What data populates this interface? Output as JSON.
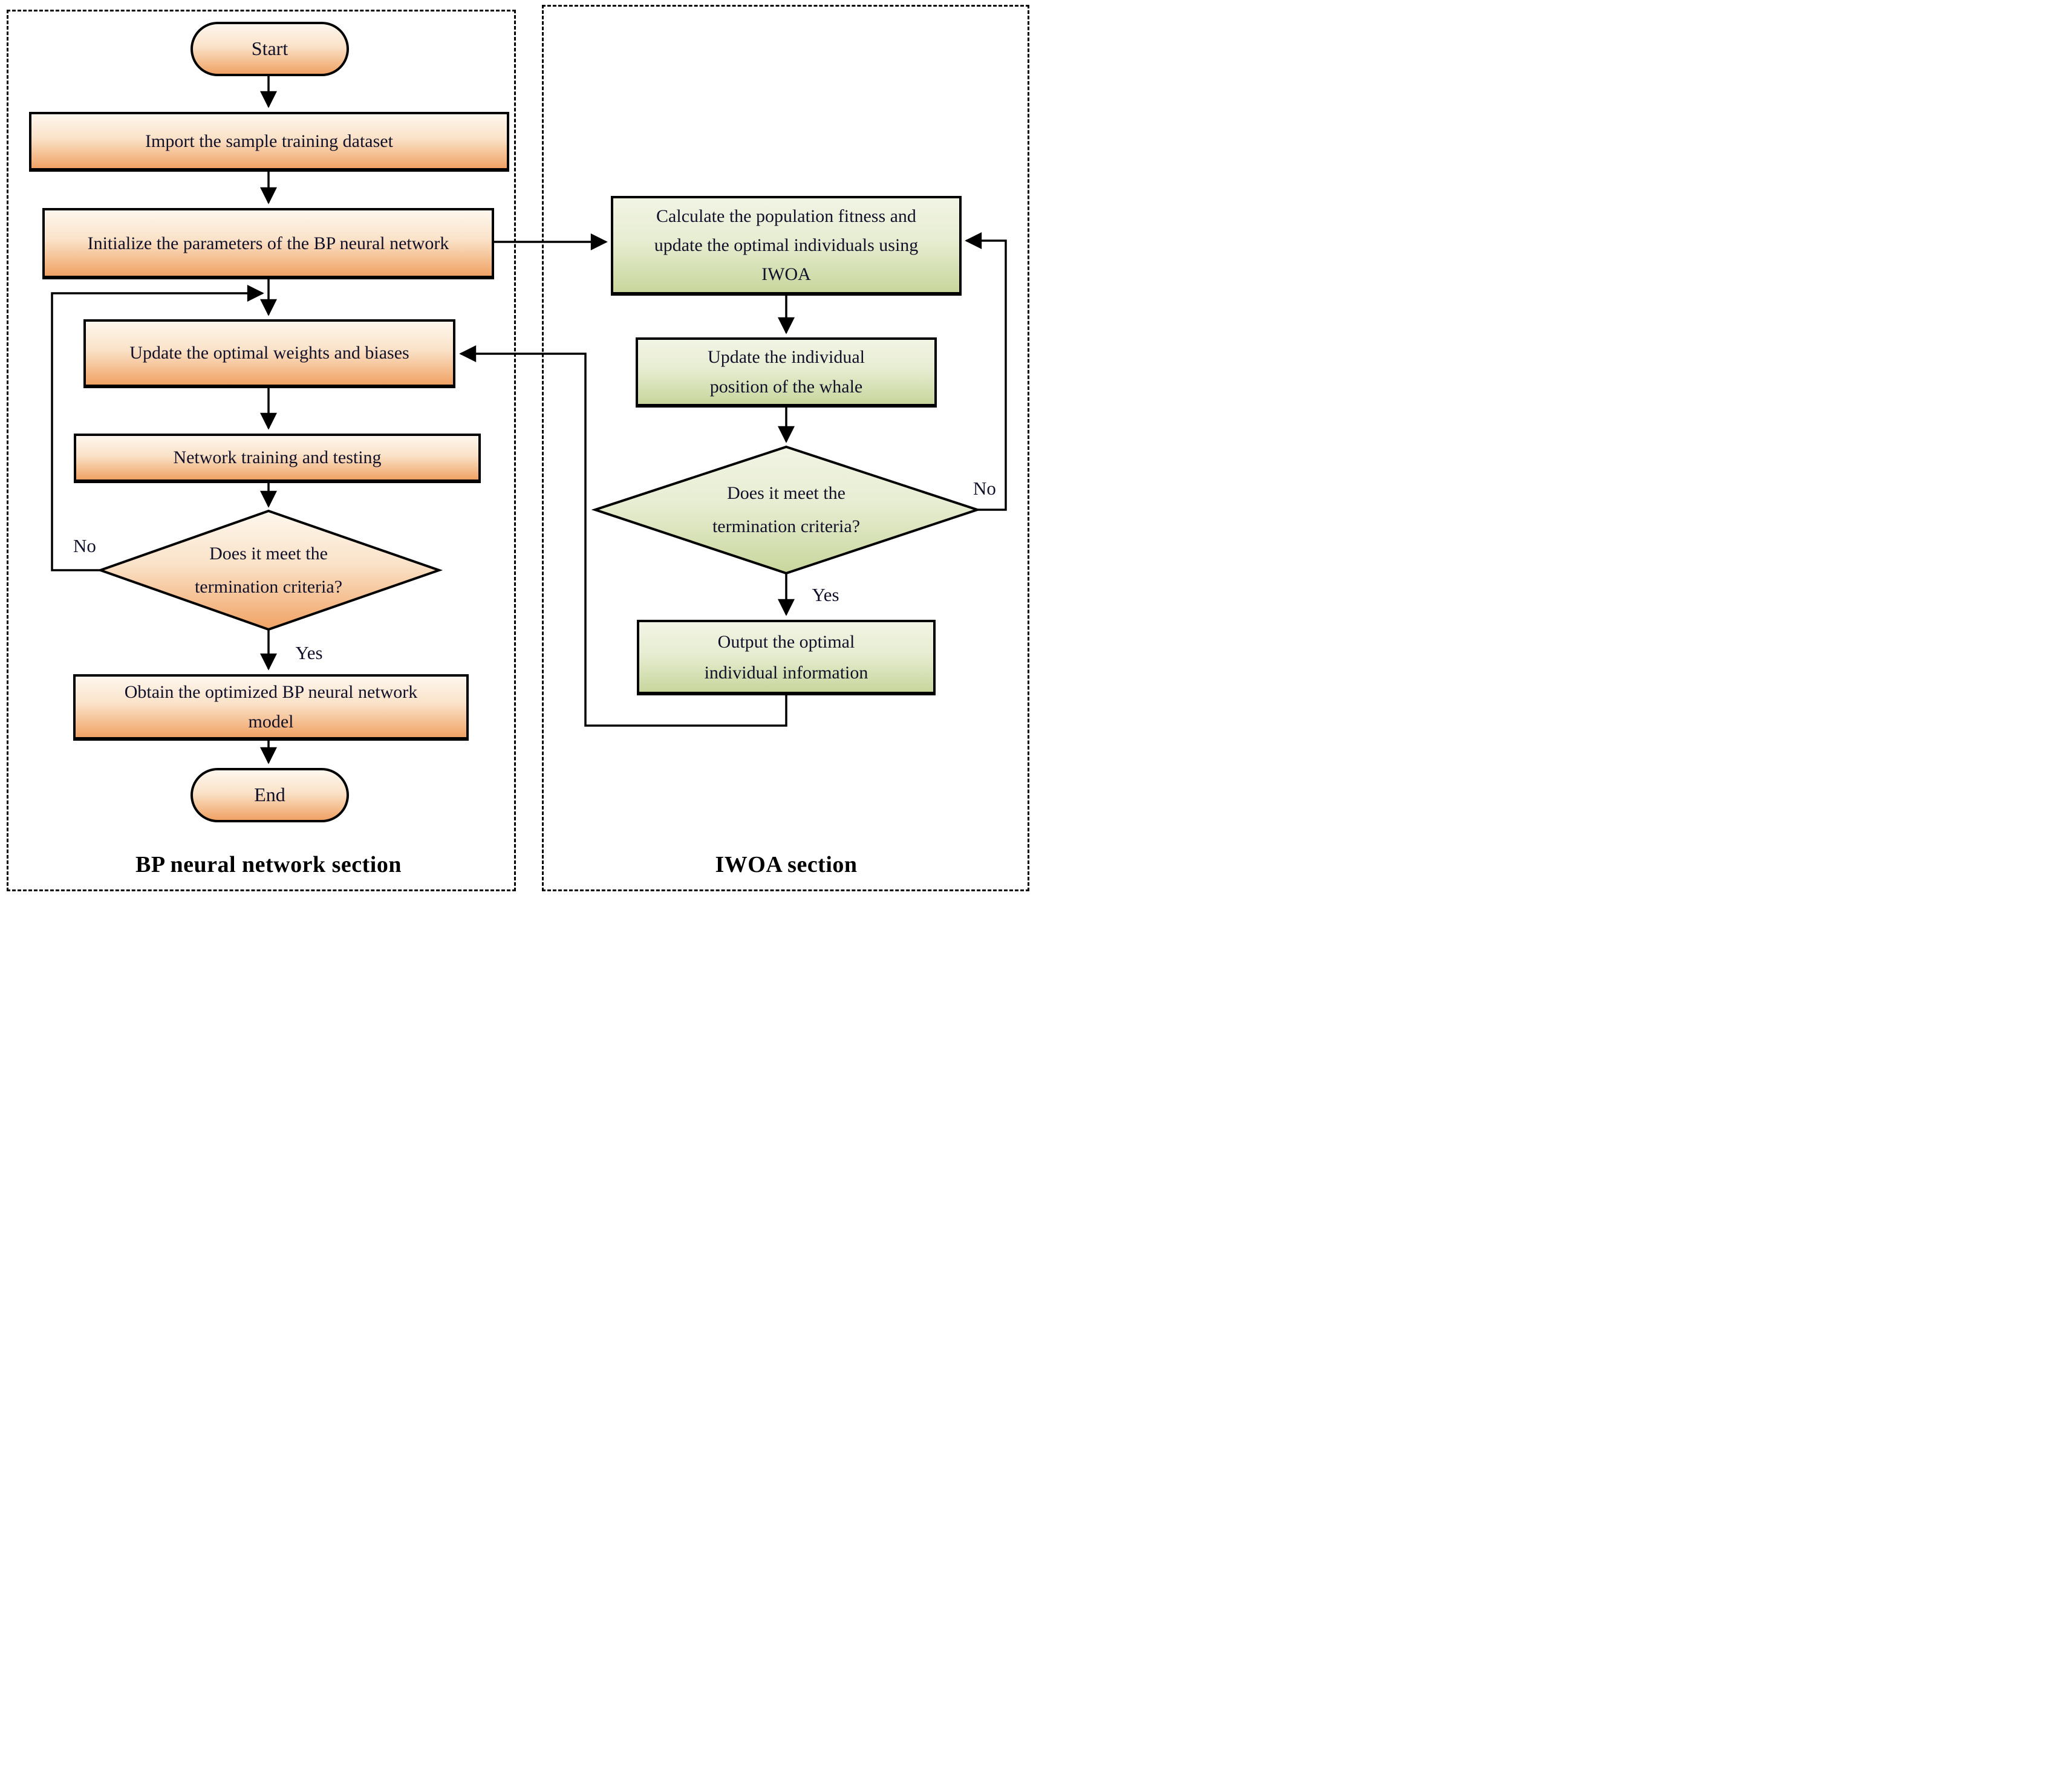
{
  "diagram": {
    "left_section": {
      "caption": "BP neural network section",
      "nodes": {
        "start": "Start",
        "import": "Import the sample training dataset",
        "initialize": "Initialize the parameters of the BP neural network",
        "update_weights": "Update the optimal weights and biases",
        "training": "Network training and testing",
        "decision": "Does it meet the termination criteria?",
        "obtain": "Obtain the optimized BP neural network model",
        "end": "End"
      },
      "labels": {
        "no": "No",
        "yes": "Yes"
      }
    },
    "right_section": {
      "caption": "IWOA section",
      "nodes": {
        "calculate": "Calculate the population fitness and update the optimal individuals using IWOA",
        "update_position": "Update the individual position of the whale",
        "decision": "Does it meet the termination criteria?",
        "output": "Output the optimal individual information"
      },
      "labels": {
        "no": "No",
        "yes": "Yes"
      }
    },
    "colors": {
      "bp_node_top": "#fef7ee",
      "bp_node_bottom": "#f0a264",
      "iwoa_node_top": "#f1f4e4",
      "iwoa_node_bottom": "#c8d69c",
      "outline": "#000000",
      "text": "#11112a"
    }
  }
}
